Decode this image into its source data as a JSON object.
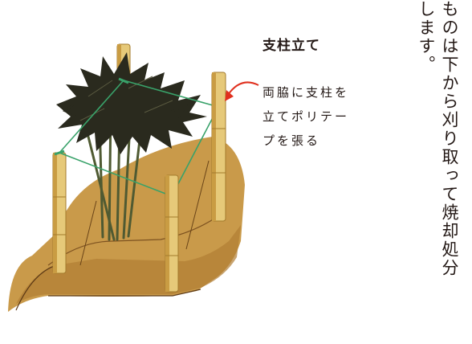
{
  "caption": {
    "title": "支柱立て",
    "lines": [
      "両脇に支柱を",
      "立てポリテー",
      "プを張る"
    ]
  },
  "vertical_text": {
    "columns": [
      "ものは下から刈り取って焼却処分",
      "します。"
    ]
  },
  "colors": {
    "ground": "#c99a4a",
    "ground_dark": "#9a6a26",
    "stake": "#e6c979",
    "stake_shade": "#c99c43",
    "foliage": "#2a2a1e",
    "stems": "#4f5a32",
    "tape": "#39a26a",
    "arrow": "#e0301e",
    "text": "#231815"
  },
  "icons": [
    "red-curved-arrow-icon"
  ]
}
